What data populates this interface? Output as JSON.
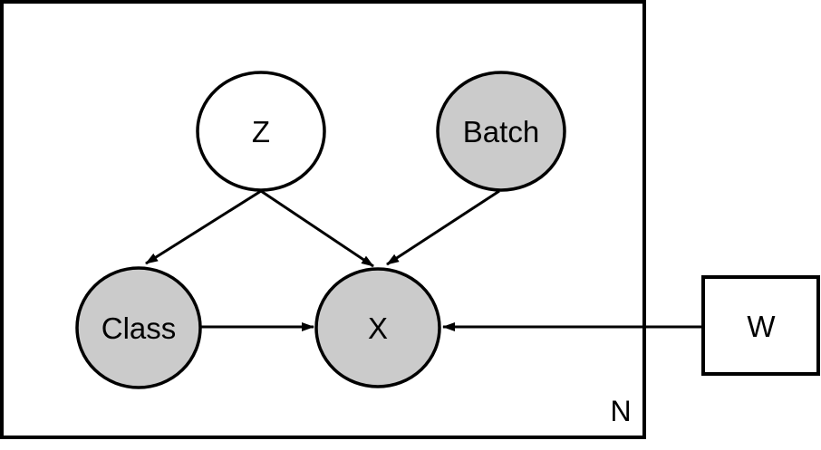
{
  "diagram": {
    "type": "probabilistic-graphical-model-plate-notation",
    "plate": {
      "label": "N"
    },
    "nodes": [
      {
        "id": "z",
        "label": "Z",
        "shape": "circle",
        "observed": false,
        "inside_plate": true
      },
      {
        "id": "batch",
        "label": "Batch",
        "shape": "circle",
        "observed": true,
        "inside_plate": true
      },
      {
        "id": "class",
        "label": "Class",
        "shape": "circle",
        "observed": true,
        "inside_plate": true
      },
      {
        "id": "x",
        "label": "X",
        "shape": "circle",
        "observed": true,
        "inside_plate": true
      },
      {
        "id": "w",
        "label": "W",
        "shape": "rect",
        "observed": false,
        "inside_plate": false
      }
    ],
    "edges": [
      {
        "from": "Z",
        "to": "Class"
      },
      {
        "from": "Z",
        "to": "X"
      },
      {
        "from": "Batch",
        "to": "X"
      },
      {
        "from": "Class",
        "to": "X"
      },
      {
        "from": "W",
        "to": "X"
      }
    ],
    "colors": {
      "observed_fill": "#CBCBCB",
      "latent_fill": "#FFFFFF",
      "stroke": "#000000",
      "background": "#FFFFFF"
    }
  }
}
